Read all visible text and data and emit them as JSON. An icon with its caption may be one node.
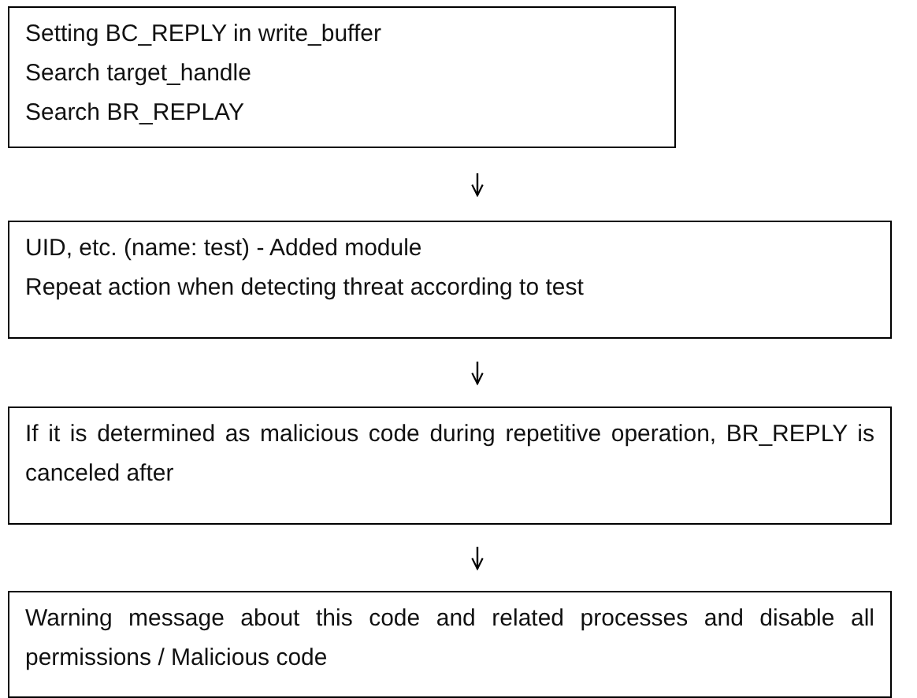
{
  "diagram": {
    "nodes": [
      {
        "text": [
          "Setting BC_REPLY in write_buffer",
          "Search target_handle",
          "Search BR_REPLAY"
        ]
      },
      {
        "text": [
          "UID, etc. (name: test) - Added module",
          "Repeat action when detecting threat according to test"
        ]
      },
      {
        "text": [
          "If it is determined as malicious code during repetitive operation, BR_REPLY is canceled after"
        ]
      },
      {
        "text": [
          "Warning message about this code and related processes and disable all permissions / Malicious code"
        ]
      }
    ],
    "edges": [
      {
        "from": 0,
        "to": 1,
        "arrow": "to"
      },
      {
        "from": 1,
        "to": 2,
        "arrow": "to"
      },
      {
        "from": 2,
        "to": 3,
        "arrow": "to"
      }
    ]
  }
}
